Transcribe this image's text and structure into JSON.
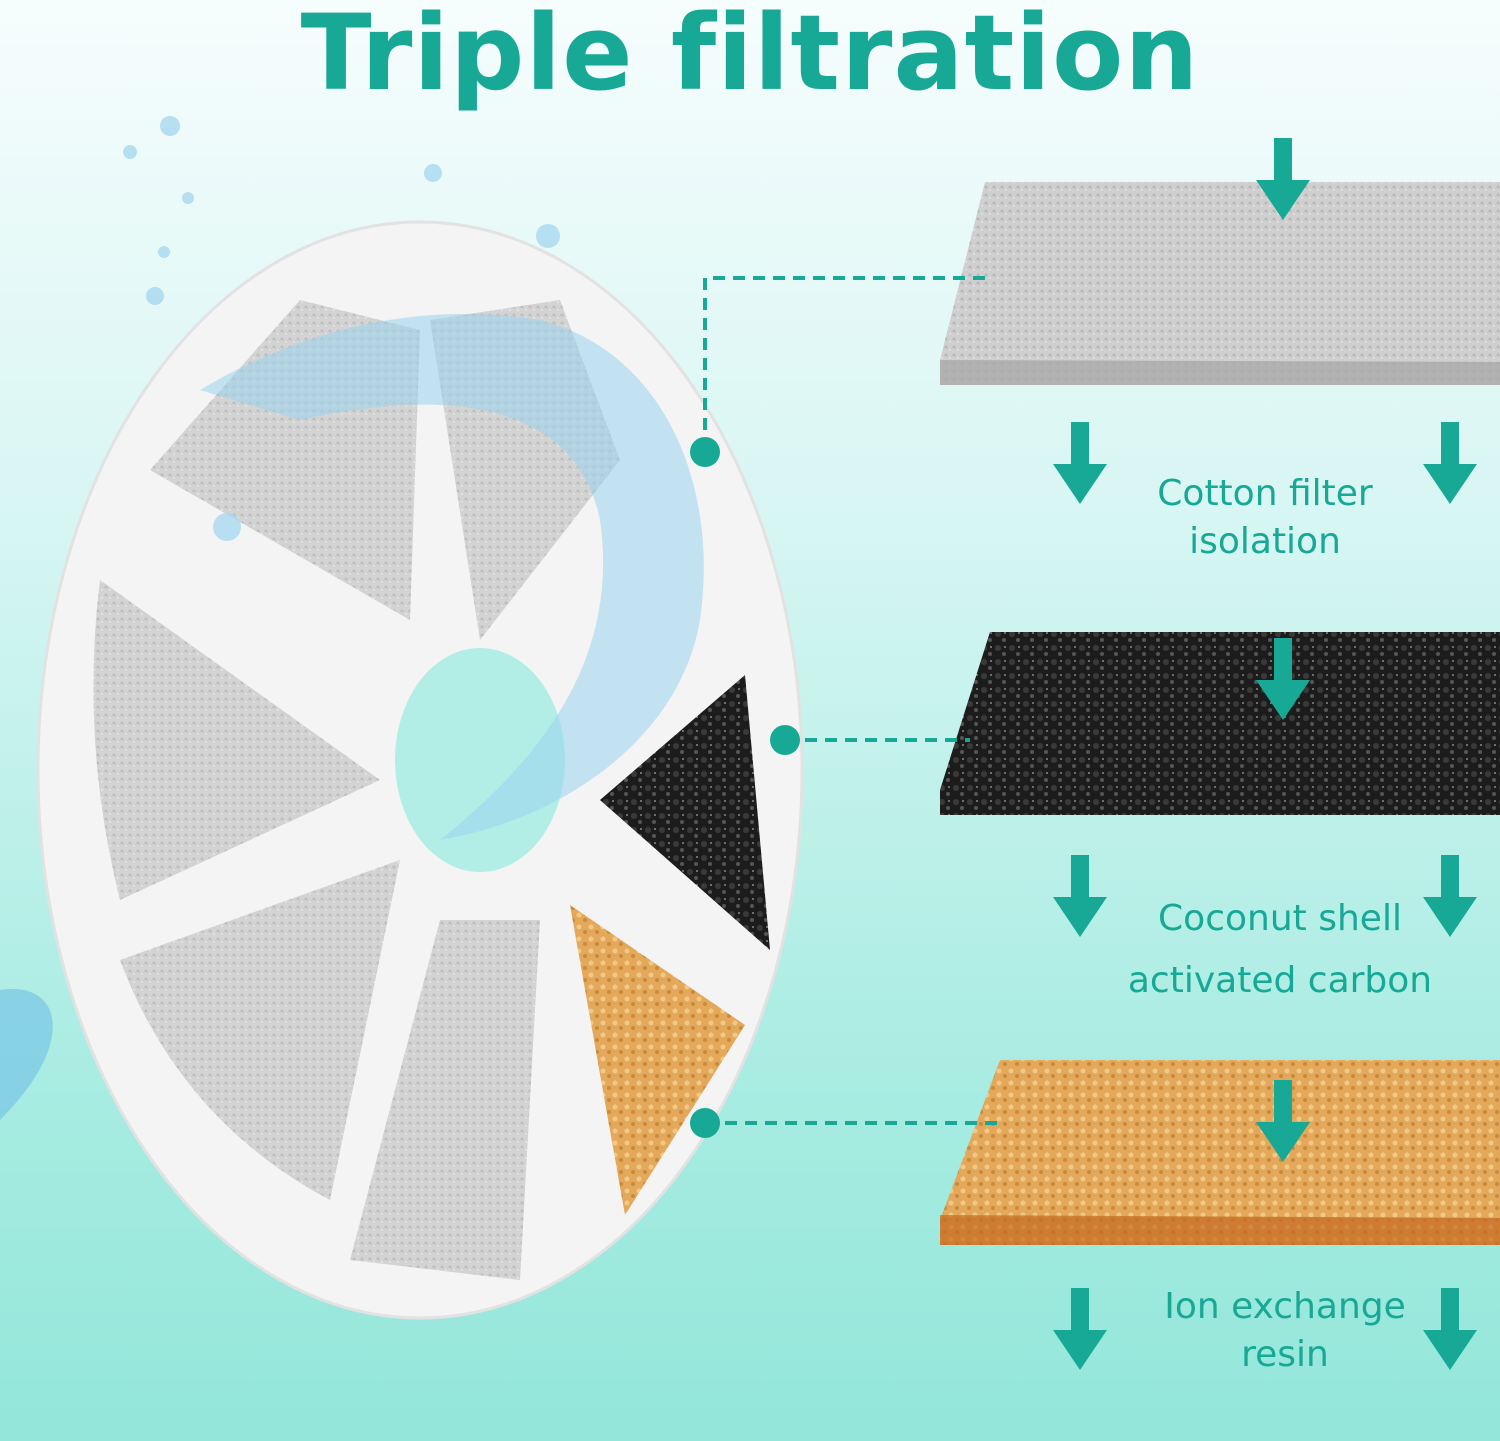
{
  "title": "Triple filtration",
  "accent_color": "#17a896",
  "layers": [
    {
      "name": "cotton",
      "label_line1": "Cotton filter",
      "label_line2": "isolation"
    },
    {
      "name": "carbon",
      "label_line1": "Coconut shell",
      "label_line2": "activated carbon"
    },
    {
      "name": "resin",
      "label_line1": "Ion exchange",
      "label_line2": "resin"
    }
  ],
  "icons": {
    "arrow": "arrow-down-icon",
    "connector": "connector-dot-icon"
  }
}
